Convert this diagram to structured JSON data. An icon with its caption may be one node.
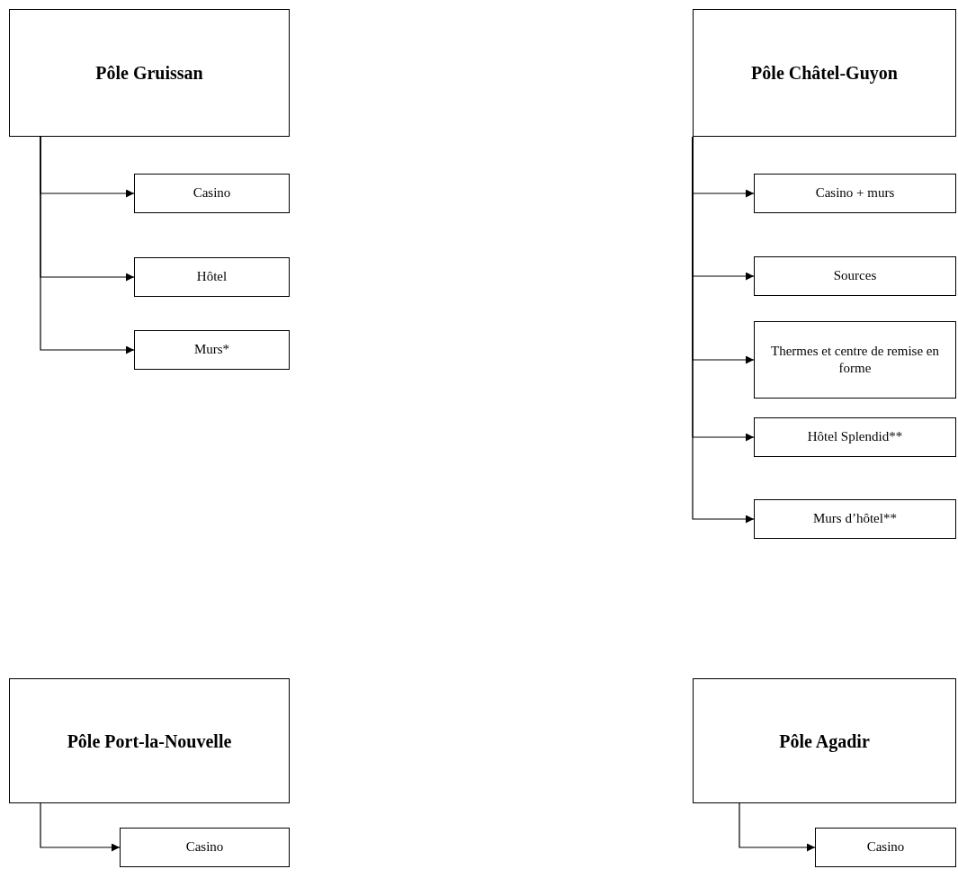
{
  "diagram": {
    "nodes": [
      {
        "text": [
          "Pôle Gruissan"
        ]
      },
      {
        "text": [
          "Casino"
        ]
      },
      {
        "text": [
          "Hôtel"
        ]
      },
      {
        "text": [
          "Murs*"
        ]
      },
      {
        "text": [
          "Pôle Châtel-Guyon"
        ]
      },
      {
        "text": [
          "Casino + murs"
        ]
      },
      {
        "text": [
          "Sources"
        ]
      },
      {
        "text": [
          "Thermes et centre de remise en forme"
        ]
      },
      {
        "text": [
          "Hôtel Splendid**"
        ]
      },
      {
        "text": [
          "Murs d’hôtel**"
        ]
      },
      {
        "text": [
          "Pôle Port-la-Nouvelle"
        ]
      },
      {
        "text": [
          "Casino"
        ]
      },
      {
        "text": [
          "Pôle Agadir"
        ]
      },
      {
        "text": [
          "Casino"
        ]
      }
    ],
    "edges": [
      {
        "from": 0,
        "to": 1,
        "arrow": "to"
      },
      {
        "from": 0,
        "to": 2,
        "arrow": "to"
      },
      {
        "from": 0,
        "to": 3,
        "arrow": "to"
      },
      {
        "from": 4,
        "to": 5,
        "arrow": "to"
      },
      {
        "from": 4,
        "to": 6,
        "arrow": "to"
      },
      {
        "from": 4,
        "to": 7,
        "arrow": "to"
      },
      {
        "from": 4,
        "to": 8,
        "arrow": "to"
      },
      {
        "from": 4,
        "to": 9,
        "arrow": "to"
      },
      {
        "from": 10,
        "to": 11,
        "arrow": "to"
      },
      {
        "from": 12,
        "to": 13,
        "arrow": "to"
      }
    ]
  }
}
